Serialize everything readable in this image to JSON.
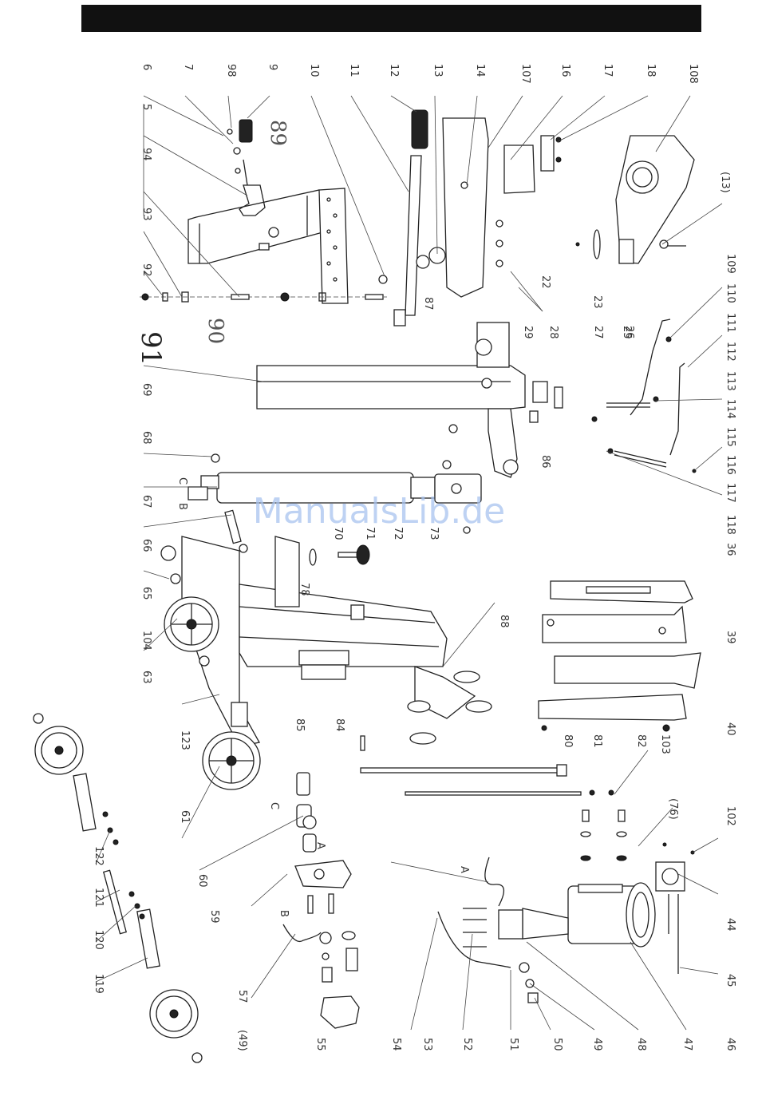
{
  "header": {
    "color": "#111111"
  },
  "watermark": "ManualsLib.de",
  "labels": {
    "top_row": [
      "6",
      "7",
      "98",
      "9",
      "10",
      "11",
      "12",
      "13",
      "14",
      "107",
      "16",
      "17",
      "18",
      "108"
    ],
    "left_col": [
      "5",
      "94",
      "93",
      "92",
      "69",
      "68",
      "67",
      "66",
      "65",
      "104",
      "63",
      "123",
      "61"
    ],
    "wheel_set": [
      "122",
      "121",
      "120",
      "119"
    ],
    "fittings": [
      "85",
      "84",
      "60",
      "59",
      "57",
      "(49)",
      "55",
      "54",
      "53",
      "52",
      "51",
      "50",
      "49",
      "48",
      "47",
      "46",
      "45",
      "44"
    ],
    "middle": [
      "89",
      "90",
      "91",
      "87",
      "22",
      "23",
      "(13)",
      "29",
      "28",
      "27",
      "26",
      "25",
      "86",
      "70",
      "71",
      "72",
      "73",
      "78",
      "88"
    ],
    "right_col": [
      "109",
      "110",
      "111",
      "112",
      "113",
      "114",
      "115",
      "116",
      "117",
      "118",
      "36",
      "39",
      "40",
      "102",
      "103",
      "82",
      "81",
      "80",
      "(76)"
    ],
    "letters": {
      "a": "A",
      "b": "B",
      "c": "C"
    }
  }
}
